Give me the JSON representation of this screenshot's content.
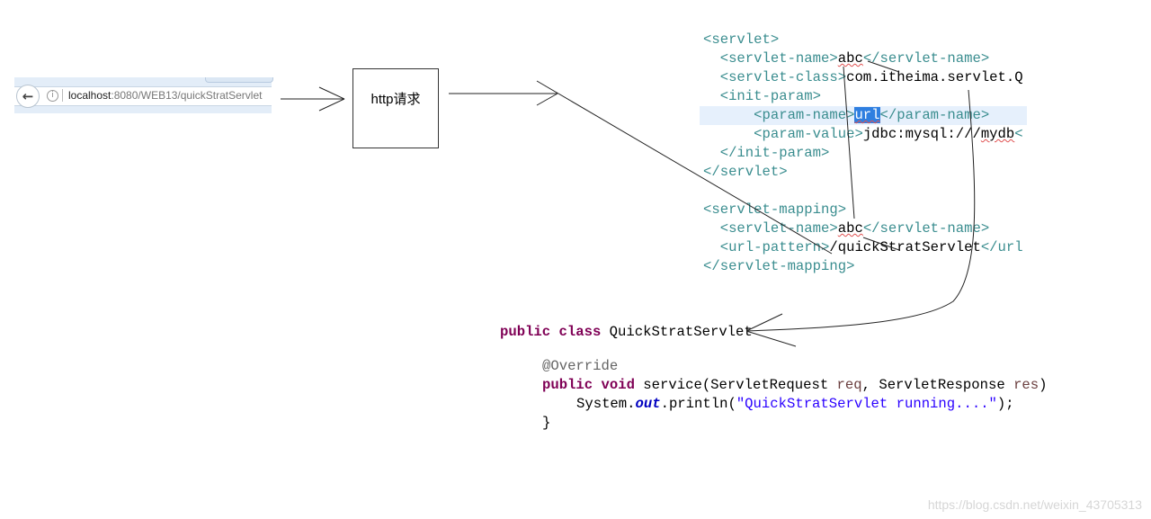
{
  "browser": {
    "url_host": "localhost",
    "url_rest": ":8080/WEB13/quickStratServlet",
    "back_icon": "arrow-left-icon",
    "info_icon": "info-icon"
  },
  "request_box": {
    "label": "http请求"
  },
  "xml": {
    "l1": "<servlet>",
    "l2_open": "  <servlet-name>",
    "l2_val": "abc",
    "l2_close": "</servlet-name>",
    "l3_open": "  <servlet-class>",
    "l3_val": "com.itheima.servlet.Q",
    "l4": "  <init-param>",
    "l5_open": "      <param-name>",
    "l5_val": "url",
    "l5_close": "</param-name>",
    "l6_open": "      <param-value>",
    "l6_val": "jdbc:mysql:///",
    "l6_val2": "mydb",
    "l6_close": "<",
    "l7": "  </init-param>",
    "l8": "</servlet>",
    "l9": "<servlet-mapping>",
    "l10_open": "  <servlet-name>",
    "l10_val": "abc",
    "l10_close": "</servlet-name>",
    "l11_open": "  <url-pattern>",
    "l11_val": "/quickStratServlet",
    "l11_close": "</url",
    "l12": "</servlet-mapping>"
  },
  "java": {
    "kw_public": "public",
    "kw_class": "class",
    "class_name": " QuickStratServlet",
    "annotation": "@Override",
    "kw_public2": "public",
    "kw_void": "void",
    "m1": " service(ServletRequest ",
    "p1": "req",
    "m2": ", ServletResponse ",
    "p2": "res",
    "m3": ")",
    "s1": "System.",
    "s_out": "out",
    "s2": ".println(",
    "s_str": "\"QuickStratServlet running....\"",
    "s3": ");",
    "brace": "}"
  },
  "watermark": "https://blog.csdn.net/weixin_43705313"
}
